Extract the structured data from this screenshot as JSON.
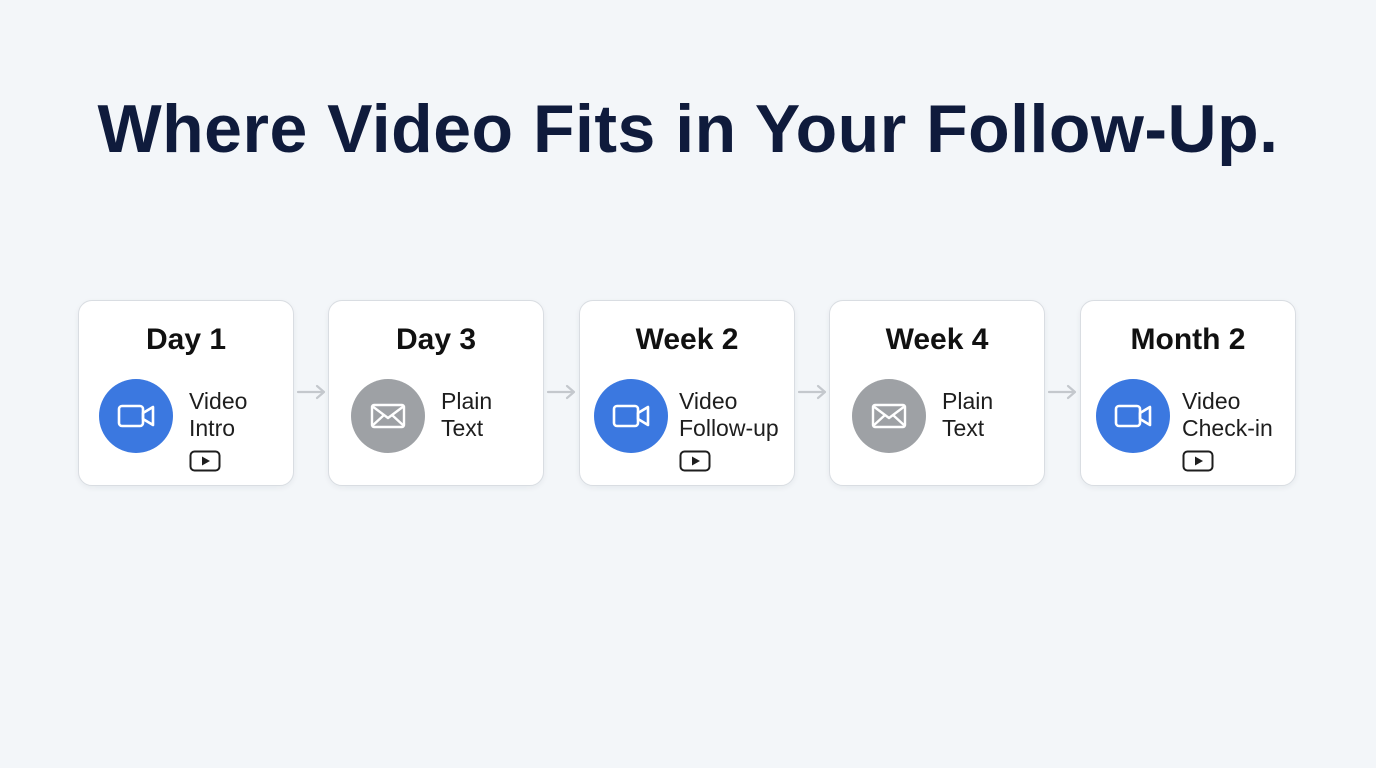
{
  "title": "Where Video Fits in Your Follow-Up.",
  "steps": [
    {
      "when": "Day 1",
      "line1": "Video",
      "line2": "Intro",
      "icon": "video-camera-icon",
      "has_play": true
    },
    {
      "when": "Day 3",
      "line1": "Plain",
      "line2": "Text",
      "icon": "envelope-icon",
      "has_play": false
    },
    {
      "when": "Week 2",
      "line1": "Video",
      "line2": "Follow-up",
      "icon": "video-camera-icon",
      "has_play": true
    },
    {
      "when": "Week 4",
      "line1": "Plain",
      "line2": "Text",
      "icon": "envelope-icon",
      "has_play": false
    },
    {
      "when": "Month 2",
      "line1": "Video",
      "line2": "Check-in",
      "icon": "video-camera-icon",
      "has_play": true
    }
  ],
  "colors": {
    "title": "#0f1b3c",
    "video_circle": "#3b78e0",
    "email_circle": "#9ea1a5",
    "arrow": "#c4c8cd",
    "background": "#f3f6f9"
  }
}
